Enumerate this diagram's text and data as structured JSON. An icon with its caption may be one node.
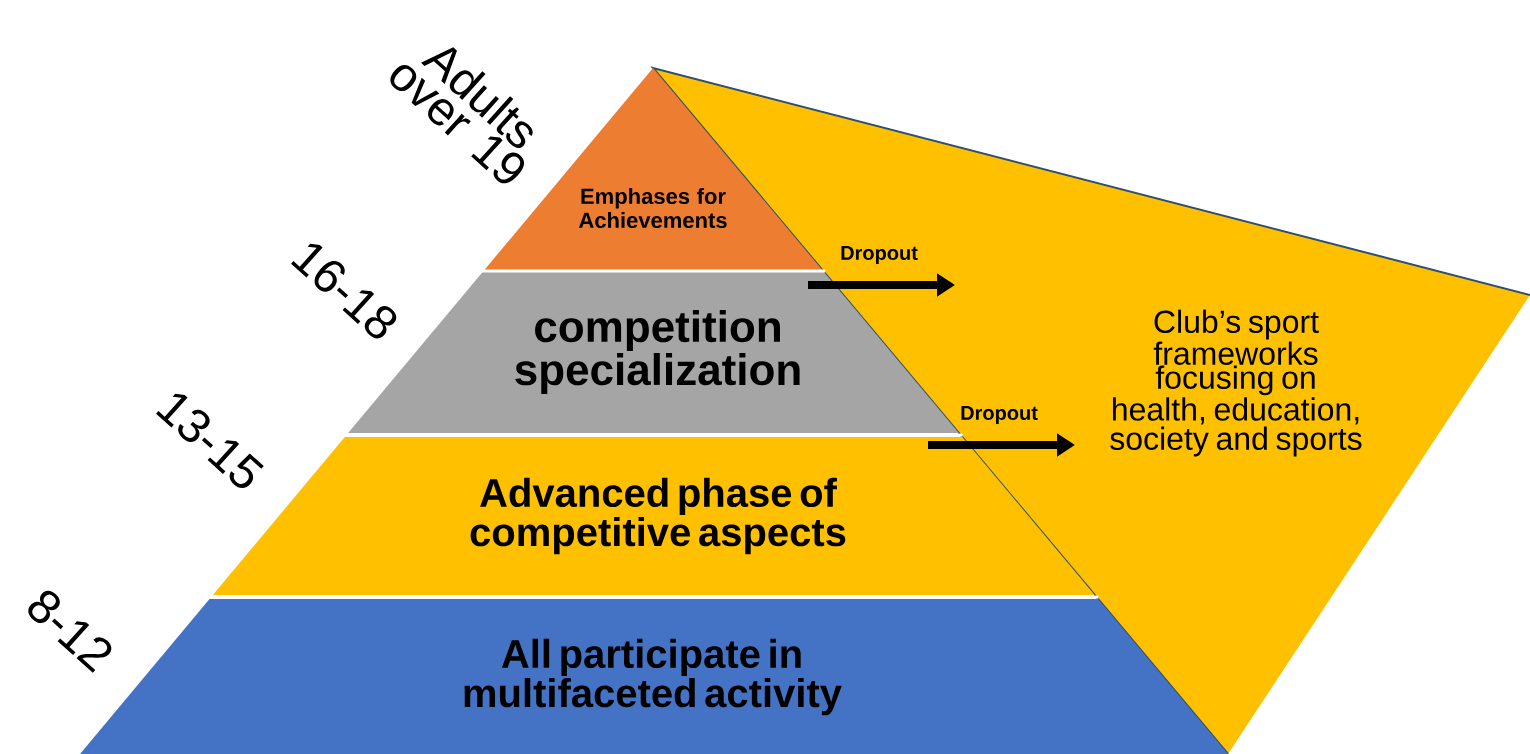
{
  "diagram": {
    "nodes": [
      {
        "text": [
          "Emphases for Achievements"
        ],
        "beside": [
          "Adults over 19"
        ]
      },
      {
        "text": [
          "competition specialization"
        ],
        "beside": [
          "16-18"
        ]
      },
      {
        "text": [
          "Advanced phase of competitive aspects"
        ],
        "beside": [
          "13-15"
        ]
      },
      {
        "text": [
          "All participate in multifaceted activity"
        ],
        "beside": [
          "8-12"
        ]
      },
      {
        "text": [
          "Club’s sport frameworks focusing on health, education, society and sports"
        ]
      }
    ],
    "edges": [
      {
        "from": 1,
        "to": 4,
        "arrow": "to",
        "label": "Dropout"
      },
      {
        "from": 2,
        "to": 4,
        "arrow": "to",
        "label": "Dropout"
      }
    ]
  }
}
